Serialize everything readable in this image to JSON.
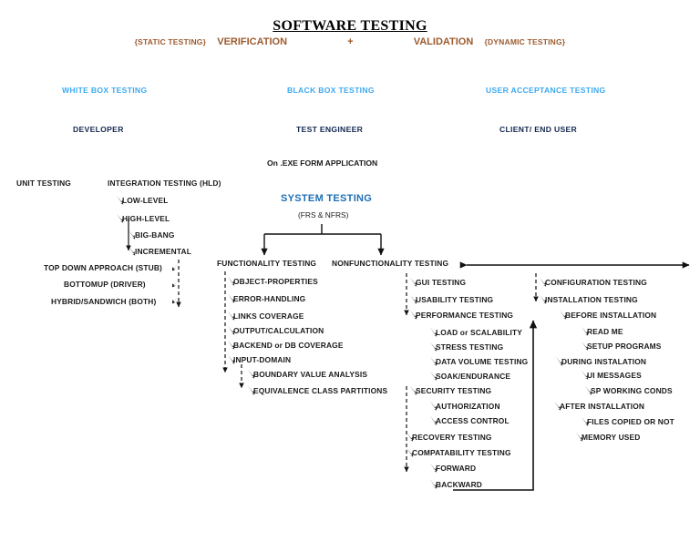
{
  "header": {
    "title": "SOFTWARE TESTING",
    "static_label": "{STATIC TESTING}",
    "verification": "VERIFICATION",
    "plus": "+",
    "validation": "VALIDATION",
    "dynamic_label": "{DYNAMIC TESTING}",
    "title_color": "#000000",
    "accent_color": "#9C5A2D"
  },
  "columns": {
    "white_box": "WHITE BOX TESTING",
    "black_box": "BLACK BOX TESTING",
    "user_acceptance": "USER ACCEPTANCE TESTING",
    "developer": "DEVELOPER",
    "test_engineer": "TEST ENGINEER",
    "client_end_user": "CLIENT/ END USER",
    "head_color": "#3CA9F0",
    "role_color": "#12264E"
  },
  "middle": {
    "exe_note": "On .EXE FORM APPLICATION",
    "system_testing": "SYSTEM TESTING",
    "frs_nfrs": "(FRS & NFRS)",
    "system_testing_color": "#1F6FB5"
  },
  "left_branch": {
    "unit_testing": "UNIT TESTING",
    "integration_testing": "INTEGRATION TESTING (HLD)",
    "items": [
      "LOW-LEVEL",
      "HIGH-LEVEL",
      "BIG-BANG",
      "INCREMENTAL"
    ],
    "incremental_children": [
      "TOP DOWN APPROACH (STUB)",
      "BOTTOMUP (DRIVER)",
      "HYBRID/SANDWICH (BOTH)"
    ]
  },
  "functionality": {
    "heading": "FUNCTIONALITY TESTING",
    "items": [
      "OBJECT-PROPERTIES",
      "ERROR-HANDLING",
      "LINKS COVERAGE",
      "OUTPUT/CALCULATION",
      "BACKEND or DB COVERAGE",
      "INPUT-DOMAIN"
    ],
    "input_domain_children": [
      "BOUNDARY VALUE ANALYSIS",
      "EQUIVALENCE CLASS PARTITIONS"
    ]
  },
  "nonfunctionality": {
    "heading": "NONFUNCTIONALITY TESTING",
    "items": [
      "GUI TESTING",
      "USABILITY TESTING",
      "PERFORMANCE TESTING"
    ],
    "performance_children": [
      "LOAD or SCALABILITY",
      "STRESS TESTING",
      "DATA VOLUME TESTING",
      "SOAK/ENDURANCE"
    ],
    "security": "SECURITY TESTING",
    "security_children": [
      "AUTHORIZATION",
      "ACCESS CONTROL"
    ],
    "recovery": "RECOVERY TESTING",
    "compatability": "COMPATABILITY TESTING",
    "compatability_children": [
      "FORWARD",
      "BACKWARD"
    ]
  },
  "configuration": {
    "configuration_testing": "CONFIGURATION TESTING",
    "installation_testing": "INSTALLATION TESTING",
    "before_installation": "BEFORE INSTALLATION",
    "before_children": [
      "READ ME",
      "SETUP PROGRAMS"
    ],
    "during_installation": "DURING INSTALATION",
    "during_children": [
      "UI MESSAGES",
      "SP WORKING CONDS"
    ],
    "after_installation": "AFTER INSTALLATION",
    "after_children": [
      "FILES COPIED OR NOT",
      "MEMORY USED"
    ]
  }
}
